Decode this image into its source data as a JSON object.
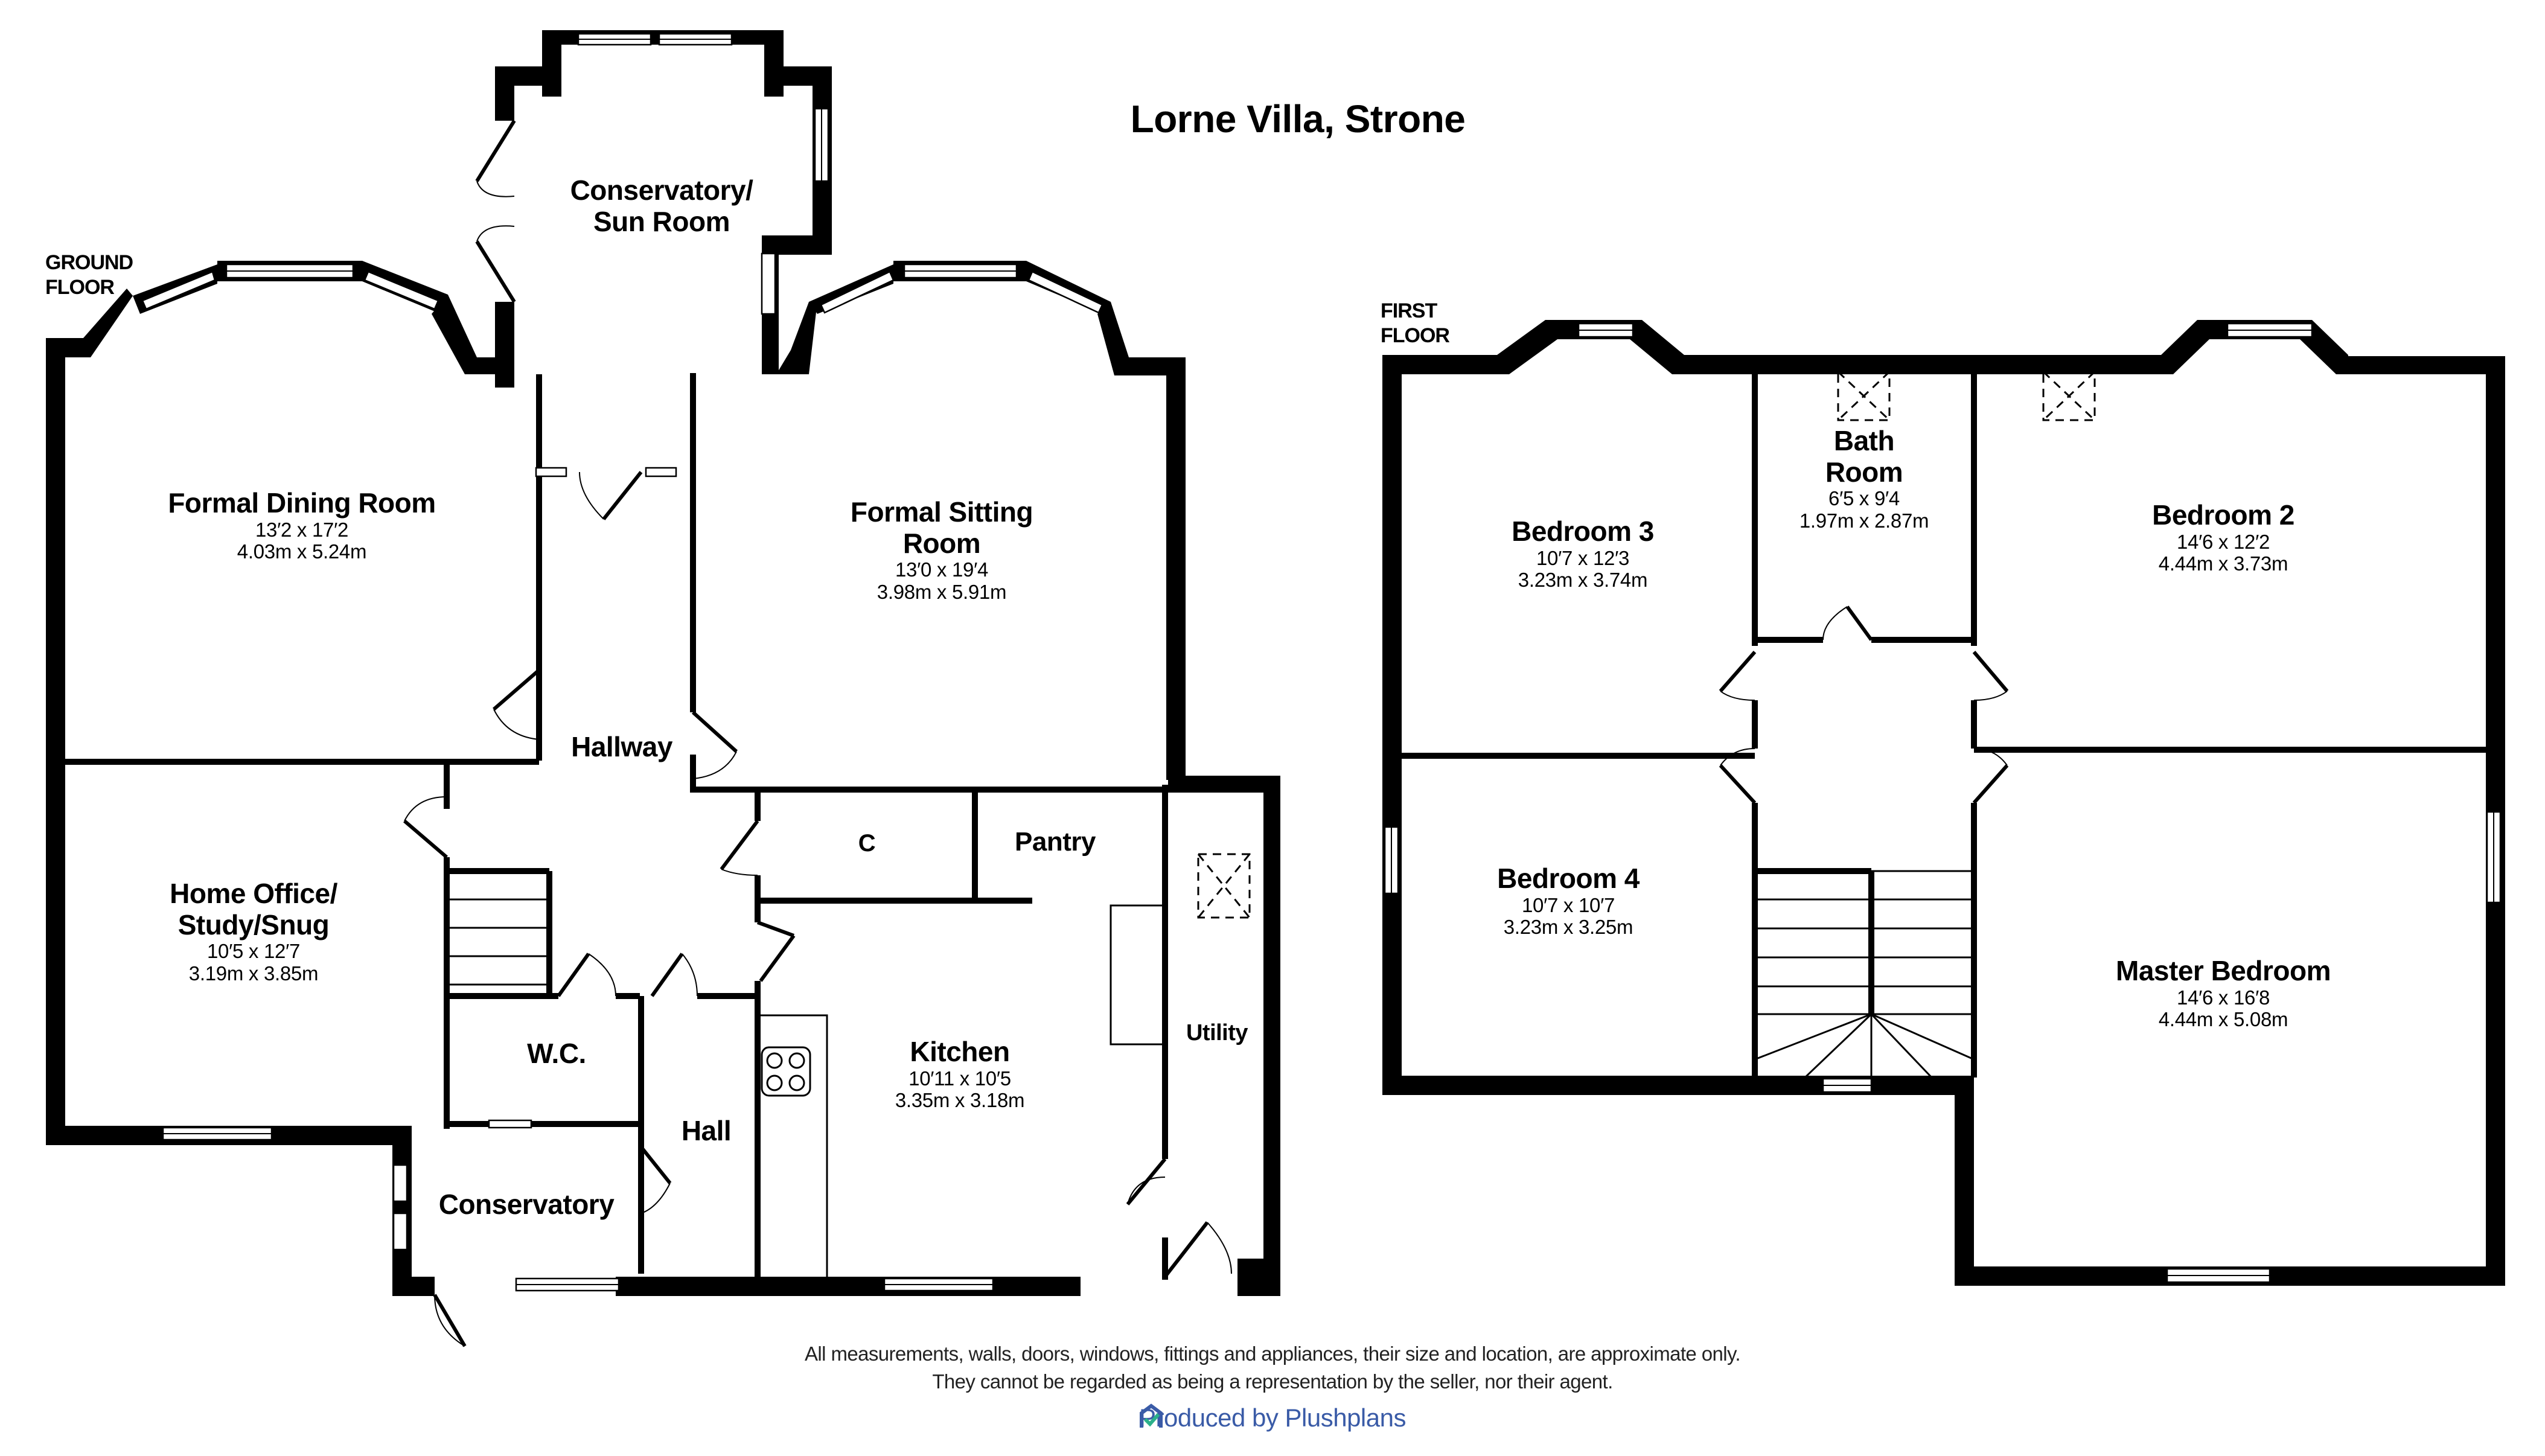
{
  "title": "Lorne Villa, Strone",
  "ground_floor": {
    "label_line1": "GROUND",
    "label_line2": "FLOOR",
    "rooms": {
      "conservatory_sun_room": {
        "name_line1": "Conservatory/",
        "name_line2": "Sun Room"
      },
      "formal_dining_room": {
        "name": "Formal Dining Room",
        "imperial": "13′2 x 17′2",
        "metric": "4.03m x 5.24m"
      },
      "formal_sitting_room": {
        "name_line1": "Formal Sitting",
        "name_line2": "Room",
        "imperial": "13′0 x 19′4",
        "metric": "3.98m x 5.91m"
      },
      "hallway": {
        "name": "Hallway"
      },
      "home_office": {
        "name_line1": "Home Office/",
        "name_line2": "Study/Snug",
        "imperial": "10′5 x 12′7",
        "metric": "3.19m x 3.85m"
      },
      "cupboard": {
        "name": "C"
      },
      "pantry": {
        "name": "Pantry"
      },
      "wc": {
        "name": "W.C."
      },
      "hall": {
        "name": "Hall"
      },
      "kitchen": {
        "name": "Kitchen",
        "imperial": "10′11 x 10′5",
        "metric": "3.35m x 3.18m"
      },
      "utility": {
        "name": "Utility"
      },
      "conservatory": {
        "name": "Conservatory"
      }
    }
  },
  "first_floor": {
    "label_line1": "FIRST",
    "label_line2": "FLOOR",
    "rooms": {
      "bedroom_3": {
        "name": "Bedroom 3",
        "imperial": "10′7 x 12′3",
        "metric": "3.23m x 3.74m"
      },
      "bath_room": {
        "name_line1": "Bath",
        "name_line2": "Room",
        "imperial": "6′5 x 9′4",
        "metric": "1.97m x 2.87m"
      },
      "bedroom_2": {
        "name": "Bedroom 2",
        "imperial": "14′6 x 12′2",
        "metric": "4.44m x 3.73m"
      },
      "bedroom_4": {
        "name": "Bedroom 4",
        "imperial": "10′7 x 10′7",
        "metric": "3.23m x 3.25m"
      },
      "master_bedroom": {
        "name": "Master Bedroom",
        "imperial": "14′6 x 16′8",
        "metric": "4.44m x 5.08m"
      }
    }
  },
  "footer": {
    "disclaimer_line1": "All measurements, walls, doors, windows, fittings and appliances, their size and location, are approximate only.",
    "disclaimer_line2": "They cannot be regarded as being a representation by the seller, nor their agent.",
    "produced_by": "Produced by Plushplans",
    "logo_icon": "house-check-icon",
    "brand_color": "#3a5ba7",
    "check_color": "#2bb08a"
  }
}
